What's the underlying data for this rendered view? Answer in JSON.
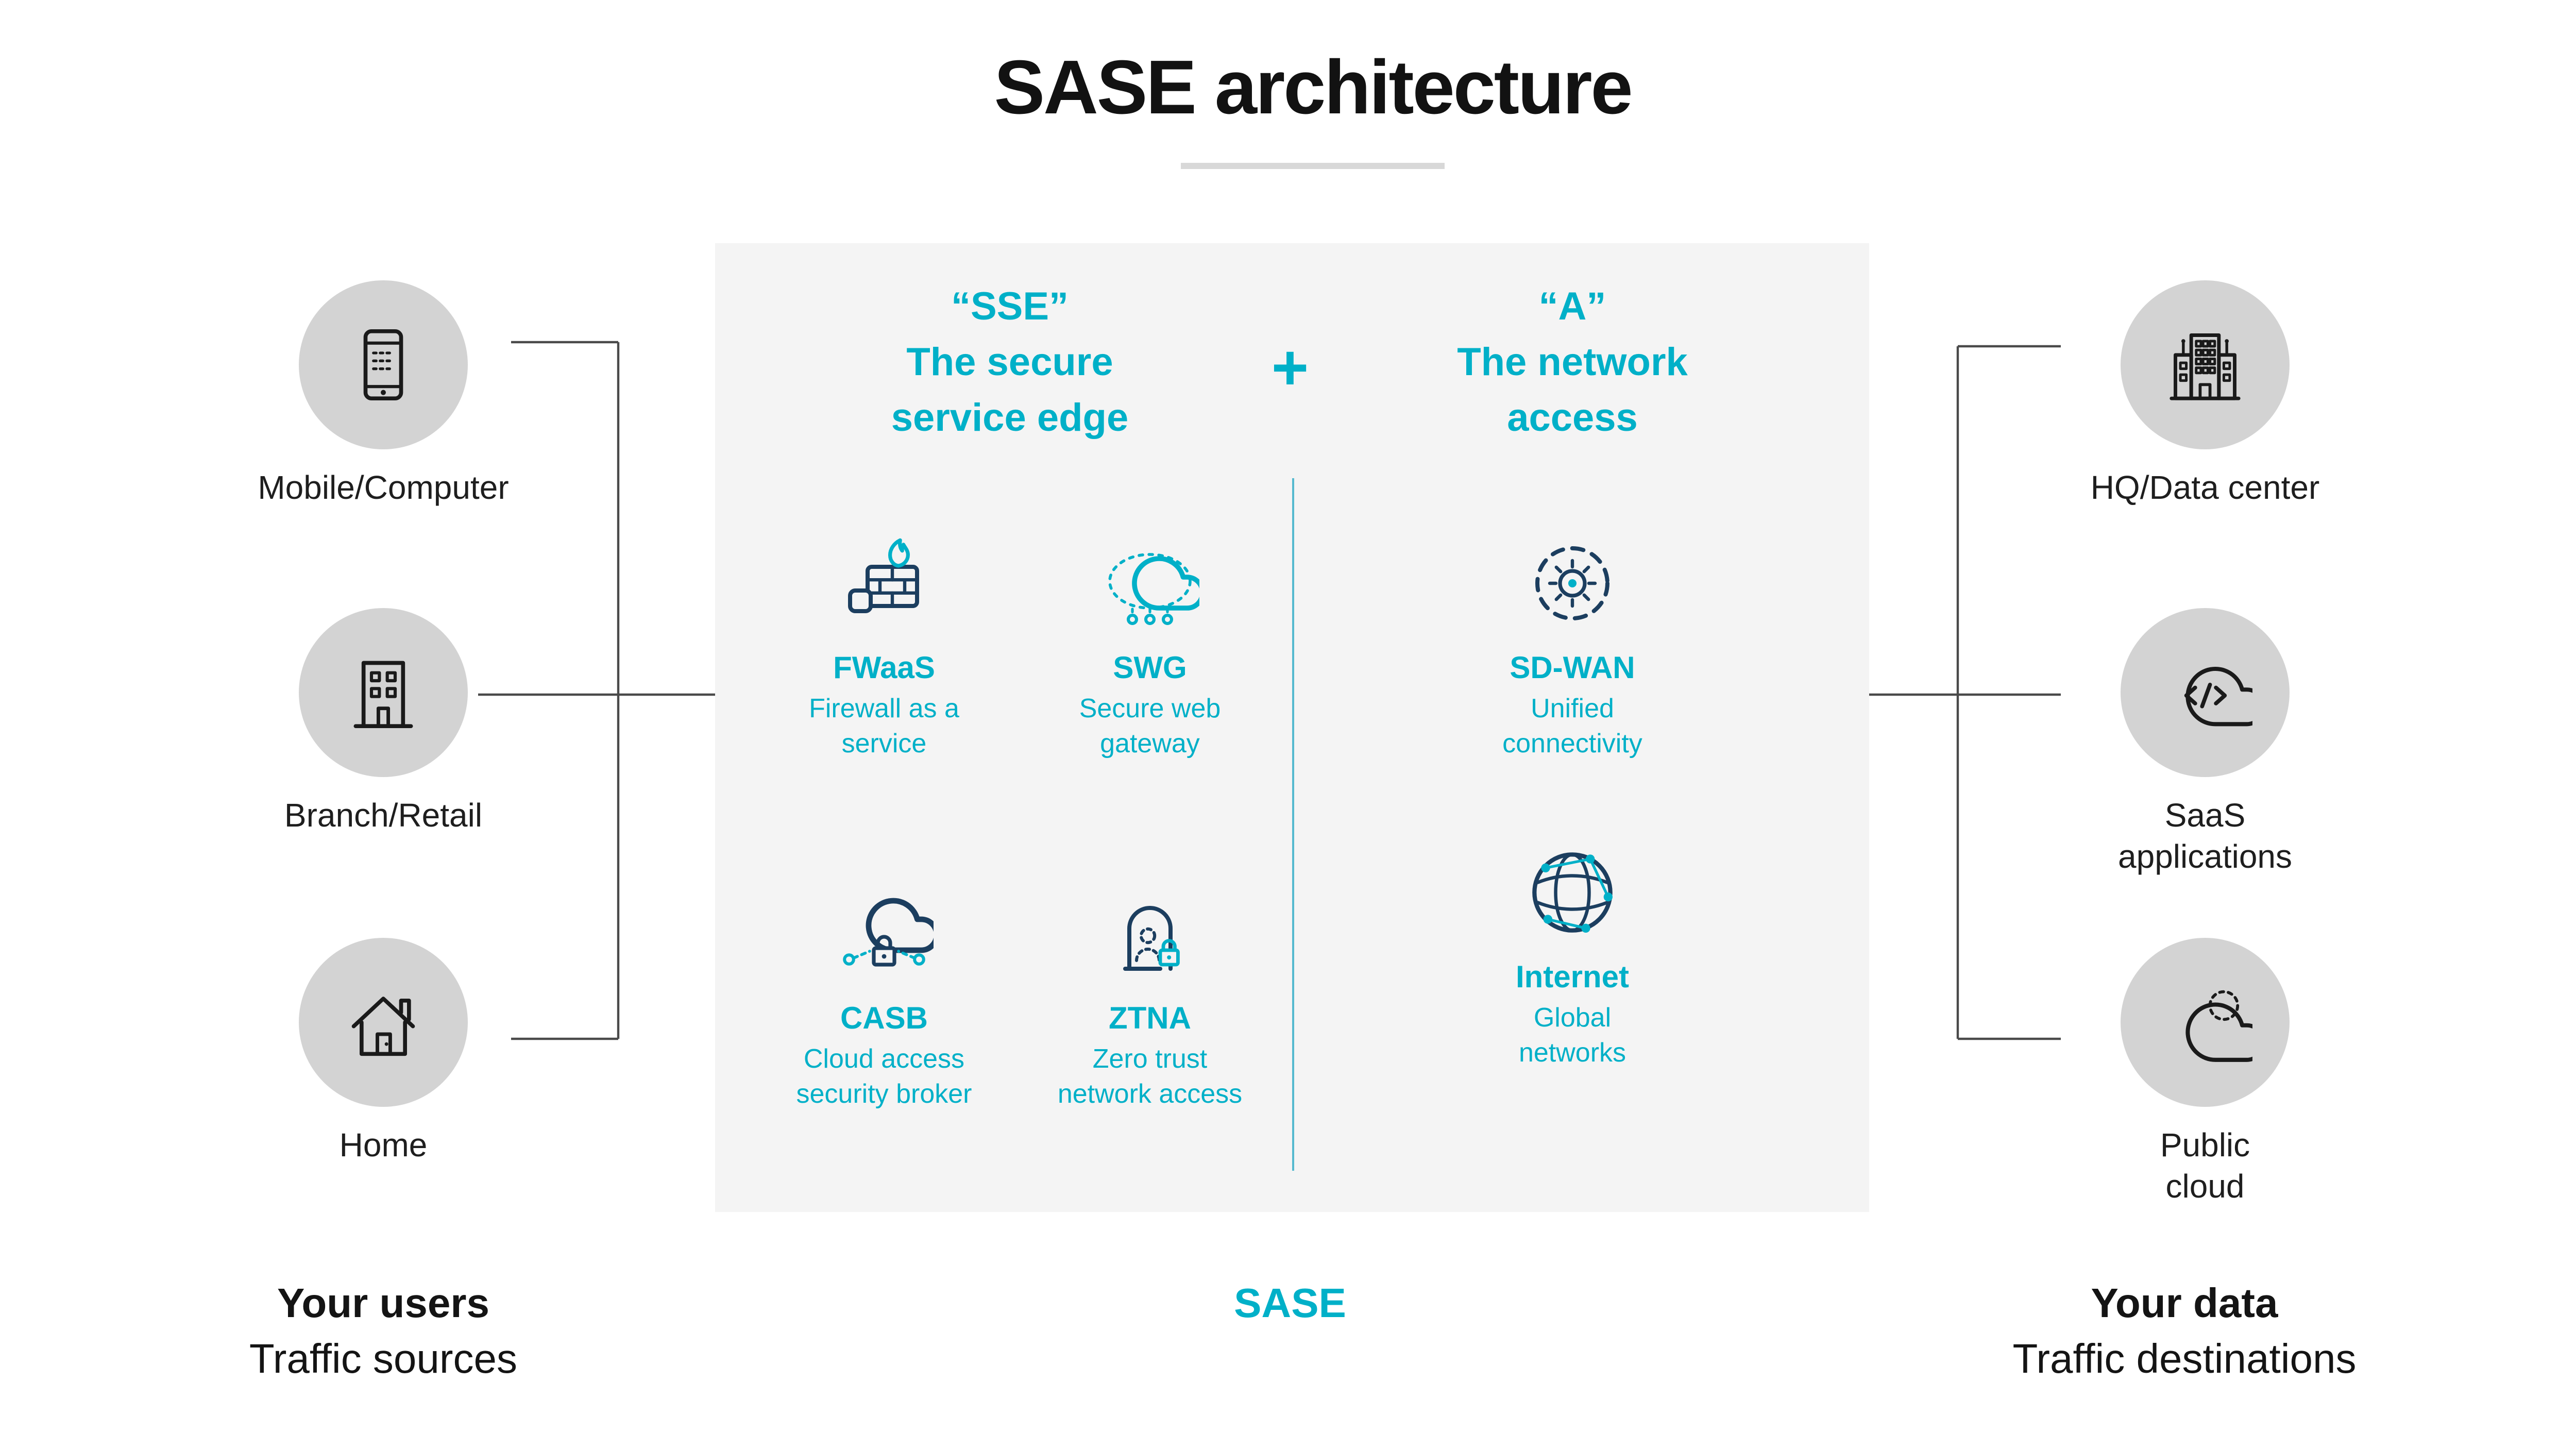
{
  "title": "SASE architecture",
  "colors": {
    "accent_cyan": "#00b0c8",
    "icon_navy": "#1c3e5f",
    "icon_dark": "#1a1a1a",
    "circle_gray": "#d3d3d3",
    "panel_gray": "#f4f4f4",
    "connector_gray": "#4a4a4a"
  },
  "left_column": {
    "nodes": [
      {
        "icon": "mobile-icon",
        "lines": [
          "Mobile/Computer"
        ]
      },
      {
        "icon": "branch-building-icon",
        "lines": [
          "Branch/Retail"
        ]
      },
      {
        "icon": "home-icon",
        "lines": [
          "Home"
        ]
      }
    ],
    "caption_bold": "Your users",
    "caption": "Traffic sources"
  },
  "center_panel": {
    "sse_header": {
      "acronym": "“SSE”",
      "title_lines": [
        "The secure",
        "service edge"
      ]
    },
    "plus": "+",
    "a_header": {
      "acronym": "“A”",
      "title_lines": [
        "The network",
        "access"
      ]
    },
    "sse_items": [
      {
        "name": "FWaaS",
        "desc": [
          "Firewall as a",
          "service"
        ],
        "icon": "firewall-icon"
      },
      {
        "name": "SWG",
        "desc": [
          "Secure web",
          "gateway"
        ],
        "icon": "secure-web-gateway-icon"
      },
      {
        "name": "CASB",
        "desc": [
          "Cloud access",
          "security broker"
        ],
        "icon": "cloud-access-broker-icon"
      },
      {
        "name": "ZTNA",
        "desc": [
          "Zero trust",
          "network access"
        ],
        "icon": "zero-trust-icon"
      }
    ],
    "a_items": [
      {
        "name": "SD-WAN",
        "desc": [
          "Unified",
          "connectivity"
        ],
        "icon": "sd-wan-icon"
      },
      {
        "name": "Internet",
        "desc": [
          "Global",
          "networks"
        ],
        "icon": "internet-globe-icon"
      }
    ],
    "caption": "SASE"
  },
  "right_column": {
    "nodes": [
      {
        "icon": "hq-data-center-icon",
        "lines": [
          "HQ/Data center"
        ]
      },
      {
        "icon": "saas-applications-icon",
        "lines": [
          "SaaS",
          "applications"
        ]
      },
      {
        "icon": "public-cloud-icon",
        "lines": [
          "Public",
          "cloud"
        ]
      }
    ],
    "caption_bold": "Your data",
    "caption": "Traffic destinations"
  }
}
